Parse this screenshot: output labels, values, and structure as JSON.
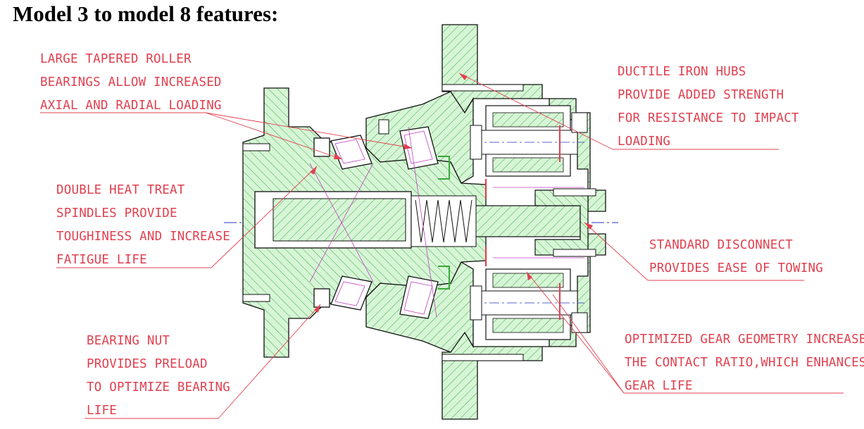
{
  "title": "Model 3 to model 8 features:",
  "callouts": {
    "bearings": {
      "lines": [
        "LARGE TAPERED ROLLER",
        "BEARINGS ALLOW INCREASED",
        "AXIAL AND RADIAL LOADING"
      ]
    },
    "hubs": {
      "lines": [
        "DUCTILE IRON HUBS",
        "PROVIDE ADDED STRENGTH",
        "FOR RESISTANCE TO IMPACT",
        "LOADING"
      ]
    },
    "spindles": {
      "lines": [
        "DOUBLE HEAT TREAT",
        "SPINDLES PROVIDE",
        "TOUGHINESS AND INCREASE",
        "FATIGUE LIFE"
      ]
    },
    "disconnect": {
      "lines": [
        "STANDARD DISCONNECT",
        "PROVIDES EASE OF TOWING"
      ]
    },
    "gear": {
      "lines": [
        "OPTIMIZED GEAR GEOMETRY INCREASES",
        "THE CONTACT RATIO,WHICH ENHANCES",
        "GEAR LIFE"
      ]
    },
    "nut": {
      "lines": [
        "BEARING NUT",
        "PROVIDES PRELOAD",
        "TO OPTIMIZE BEARING",
        "LIFE"
      ]
    }
  },
  "colors": {
    "annotation": "#e0404f",
    "section_fill": "#d6f5d6",
    "section_hatch": "#3aa83a",
    "outline": "#111111",
    "centerline": "#2233bb",
    "leader": "#e0404f",
    "accent_magenta": "#c040c0"
  }
}
